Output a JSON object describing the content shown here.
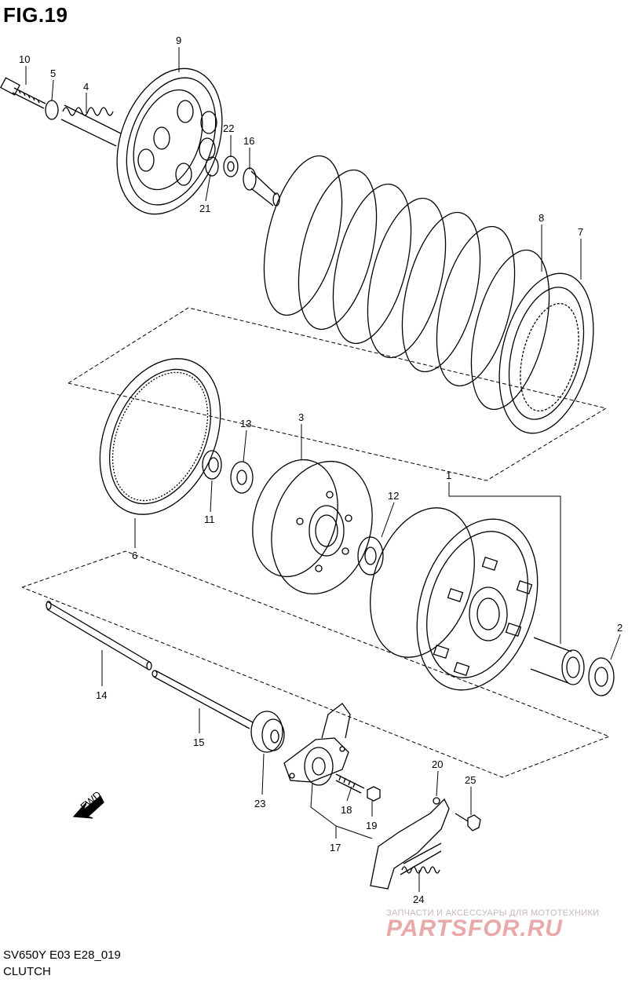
{
  "figure": {
    "title": "FIG.19"
  },
  "footer": {
    "model_code": "SV650Y E03 E28_019",
    "group_name": "CLUTCH"
  },
  "watermark": {
    "subtitle": "ЗАПЧАСТИ И АКСЕССУАРЫ ДЛЯ МОТОТЕХНИКИ",
    "brand": "PARTSFOR.RU"
  },
  "direction_marker": {
    "label": "FWD"
  },
  "callouts": [
    "10",
    "5",
    "4",
    "9",
    "22",
    "16",
    "21",
    "8",
    "7",
    "13",
    "3",
    "1",
    "12",
    "11",
    "6",
    "2",
    "14",
    "15",
    "23",
    "18",
    "19",
    "17",
    "20",
    "25",
    "24"
  ]
}
